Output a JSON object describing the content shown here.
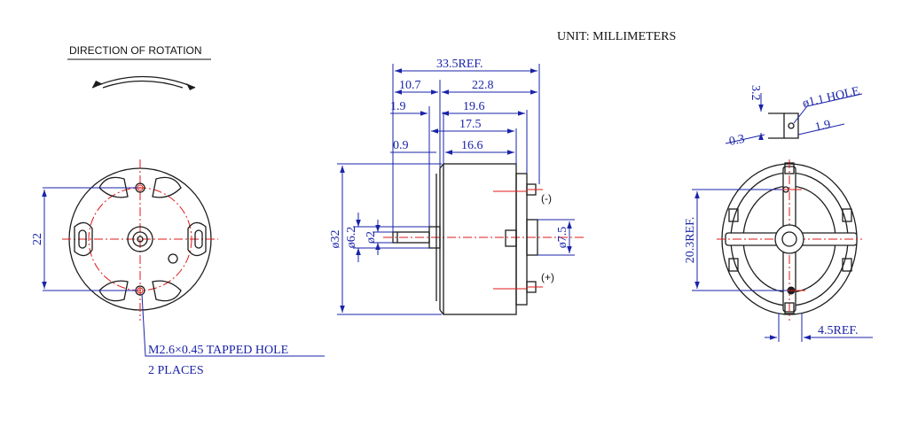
{
  "header": {
    "unit_label": "UNIT: MILLIMETERS",
    "rotation_label": "DIRECTION OF ROTATION"
  },
  "front_view": {
    "dim_height": "22",
    "note_line1": "M2.6×0.45 TAPPED HOLE",
    "note_line2": "2 PLACES"
  },
  "side_view": {
    "dim_overall": "33.5REF.",
    "dim_front": "10.7",
    "dim_body_total": "22.8",
    "dim_flange": "1.9",
    "dim_19_6": "19.6",
    "dim_17_5": "17.5",
    "dim_0_9": "0.9",
    "dim_16_6": "16.6",
    "dim_body_dia": "ø32",
    "dim_boss_dia": "ø6.2",
    "dim_shaft_dia": "ø2",
    "dim_rear_boss_dia": "ø7.5",
    "terminal_mark_top": "(-)",
    "terminal_mark_bottom": "(+)"
  },
  "rear_view": {
    "dim_3_2": "3.2",
    "dim_hole": "ø1.1 HOLE",
    "dim_0_3": "0.3",
    "dim_1_9": "1.9",
    "dim_20_3": "20.3REF.",
    "dim_4_5": "4.5REF."
  }
}
